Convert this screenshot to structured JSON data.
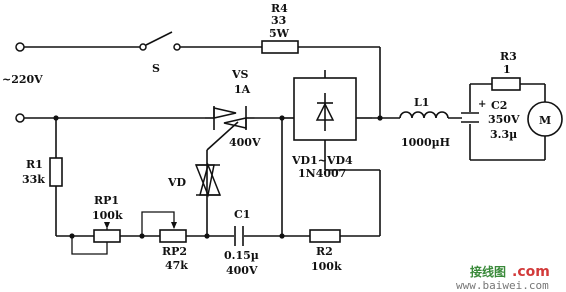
{
  "supply": {
    "label": "~220V"
  },
  "switch": {
    "ref": "S"
  },
  "r4": {
    "ref": "R4",
    "value": "33",
    "rating": "5W"
  },
  "vs": {
    "ref": "VS",
    "rating": "1A",
    "voltage": "400V"
  },
  "vd": {
    "ref": "VD"
  },
  "bridge": {
    "ref": "VD1~VD4",
    "part": "1N4007"
  },
  "l1": {
    "ref": "L1",
    "value": "1000µH"
  },
  "r3": {
    "ref": "R3",
    "value": "1"
  },
  "c2": {
    "ref": "C2",
    "polarity": "+",
    "voltage": "350V",
    "value": "3.3µ"
  },
  "motor": {
    "ref": "M"
  },
  "r1": {
    "ref": "R1",
    "value": "33k"
  },
  "rp1": {
    "ref": "RP1",
    "value": "100k"
  },
  "rp2": {
    "ref": "RP2",
    "value": "47k"
  },
  "c1": {
    "ref": "C1",
    "value": "0.15µ",
    "voltage": "400V"
  },
  "r2": {
    "ref": "R2",
    "value": "100k"
  },
  "watermark": {
    "cn": "接线图",
    "com": ".com",
    "url": "www.baiwei.com"
  }
}
